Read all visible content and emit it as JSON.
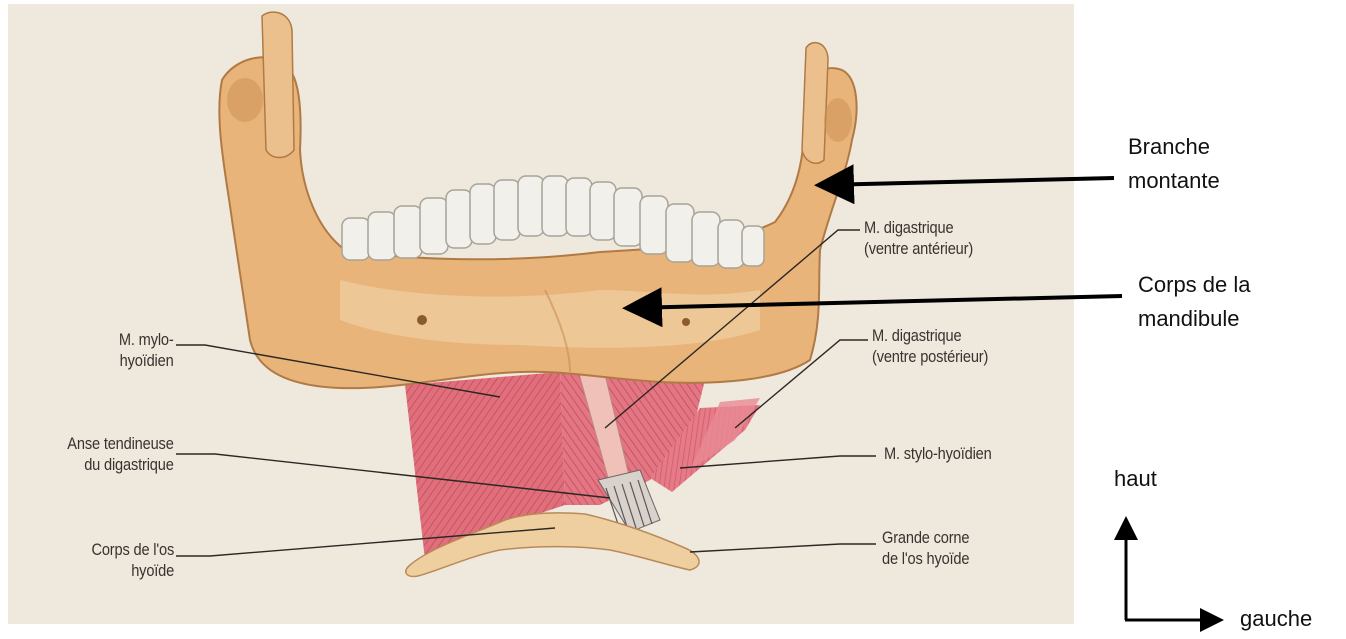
{
  "labels": {
    "mylo": [
      "M. mylo-",
      "hyoïdien"
    ],
    "anse": [
      "Anse tendineuse",
      "du digastrique"
    ],
    "corps_os": [
      "Corps de l'os",
      "hyoïde"
    ],
    "dig_ant": [
      "M. digastrique",
      "(ventre antérieur)"
    ],
    "dig_post": [
      "M. digastrique",
      "(ventre postérieur)"
    ],
    "stylo": "M. stylo-hyoïdien",
    "grande_corne": [
      "Grande corne",
      "de l'os hyoïde"
    ],
    "branche": [
      "Branche",
      "montante"
    ],
    "corps_mand": [
      "Corps de la",
      "mandibule"
    ],
    "haut": "haut",
    "gauche": "gauche"
  },
  "colors": {
    "paper": "#efe8dc",
    "bone": "#e7b57a",
    "bone_light": "#f1d3a8",
    "bone_shadow": "#c98e52",
    "muscle": "#e2707e",
    "muscle_dark": "#c94f61",
    "tooth": "#f2f0ea",
    "leader": "#2b2725",
    "arrow": "#000000"
  }
}
